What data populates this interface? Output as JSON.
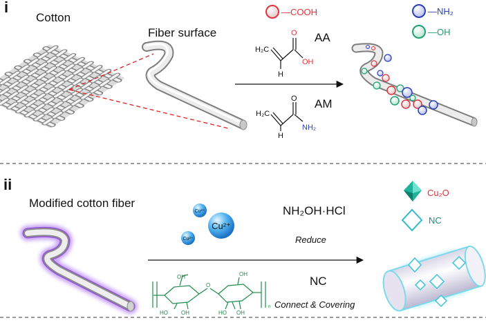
{
  "panel_i": {
    "label": "i",
    "cotton_label": "Cotton",
    "fiber_surface_label": "Fiber surface",
    "reagent_1": "AA",
    "reagent_2": "AM",
    "legend": [
      {
        "symbol": "red-circle",
        "text": "—COOH",
        "color": "#e0353d"
      },
      {
        "symbol": "blue-circle",
        "text": "—NH₂",
        "color": "#2a3fb5"
      },
      {
        "symbol": "teal-circle",
        "text": "—OH",
        "color": "#20a06e"
      }
    ],
    "aa_atoms": {
      "h2c": "H₂C",
      "h": "H",
      "o": "O",
      "oh": "OH"
    },
    "am_atoms": {
      "h2c": "H₂C",
      "h": "H",
      "o": "O",
      "nh2": "NH₂"
    }
  },
  "panel_ii": {
    "label": "ii",
    "modified_label": "Modified cotton fiber",
    "reagent_1": "NH₂OH·HCl",
    "reduce_label": "Reduce",
    "reagent_2": "NC",
    "connect_label": "Connect & Covering",
    "cu_ions": [
      "Cu²⁺",
      "Cu²⁺",
      "Cu²⁺"
    ],
    "legend": [
      {
        "symbol": "cu2o-crystal",
        "text": "Cu₂O"
      },
      {
        "symbol": "nc-diamond",
        "text": "NC"
      }
    ],
    "cellulose_atoms": {
      "oh": "OH",
      "ho": "HO",
      "o": "O",
      "n": "n"
    }
  },
  "colors": {
    "red": "#e0353d",
    "blue": "#2a3fb5",
    "teal": "#20a06e",
    "purple": "#a867e8",
    "cyan": "#5fd6ec",
    "green": "#1e8a4c"
  }
}
